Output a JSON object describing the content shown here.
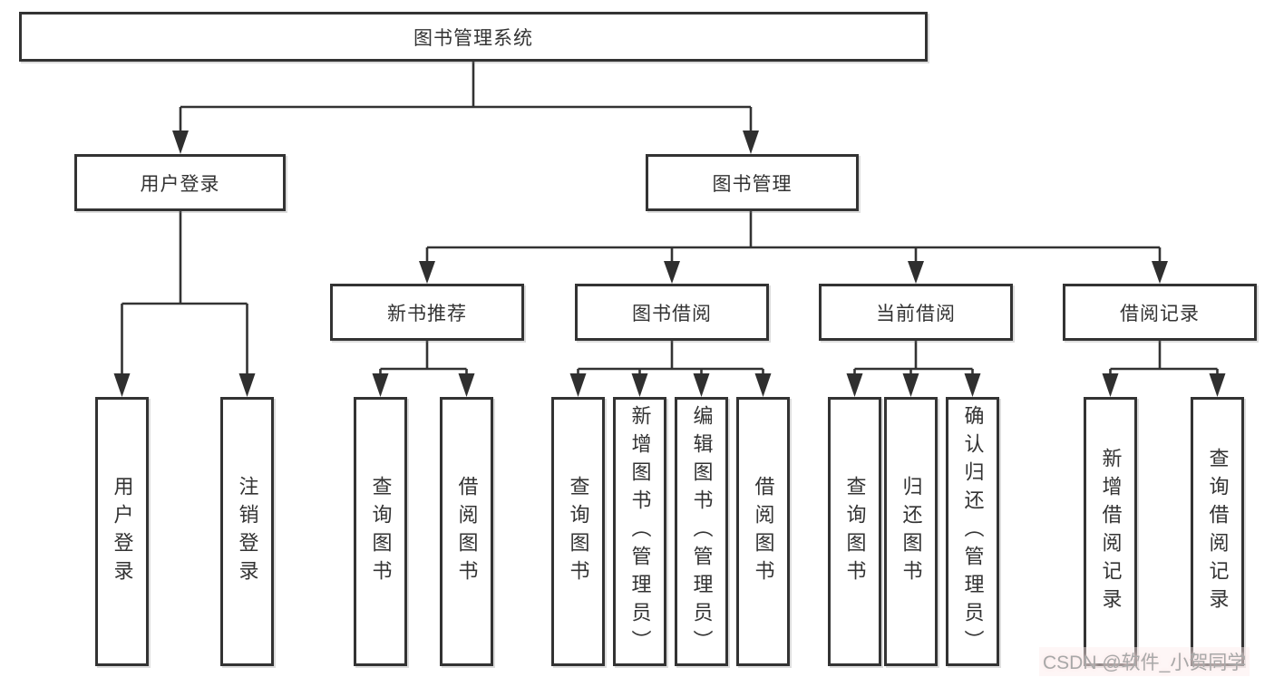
{
  "diagram": {
    "type": "tree",
    "colors": {
      "line": "#333333",
      "box_border": "#333333",
      "box_fill": "#ffffff",
      "text": "#333333",
      "watermark_text": "#a8a8a8"
    },
    "tree": {
      "root": {
        "label": "图书管理系统",
        "children": [
          {
            "label": "用户登录",
            "children": [
              {
                "label": "用户登录"
              },
              {
                "label": "注销登录"
              }
            ]
          },
          {
            "label": "图书管理",
            "children": [
              {
                "label": "新书推荐",
                "children": [
                  {
                    "label": "查询图书"
                  },
                  {
                    "label": "借阅图书"
                  }
                ]
              },
              {
                "label": "图书借阅",
                "children": [
                  {
                    "label": "查询图书"
                  },
                  {
                    "label": "新增图书（管理员）"
                  },
                  {
                    "label": "编辑图书（管理员）"
                  },
                  {
                    "label": "借阅图书"
                  }
                ]
              },
              {
                "label": "当前借阅",
                "children": [
                  {
                    "label": "查询图书"
                  },
                  {
                    "label": "归还图书"
                  },
                  {
                    "label": "确认归还（管理员）"
                  }
                ]
              },
              {
                "label": "借阅记录",
                "children": [
                  {
                    "label": "新增借阅记录"
                  },
                  {
                    "label": "查询借阅记录"
                  }
                ]
              }
            ]
          }
        ]
      }
    }
  },
  "watermark": {
    "text": "CSDN @软件_小贺同学"
  }
}
